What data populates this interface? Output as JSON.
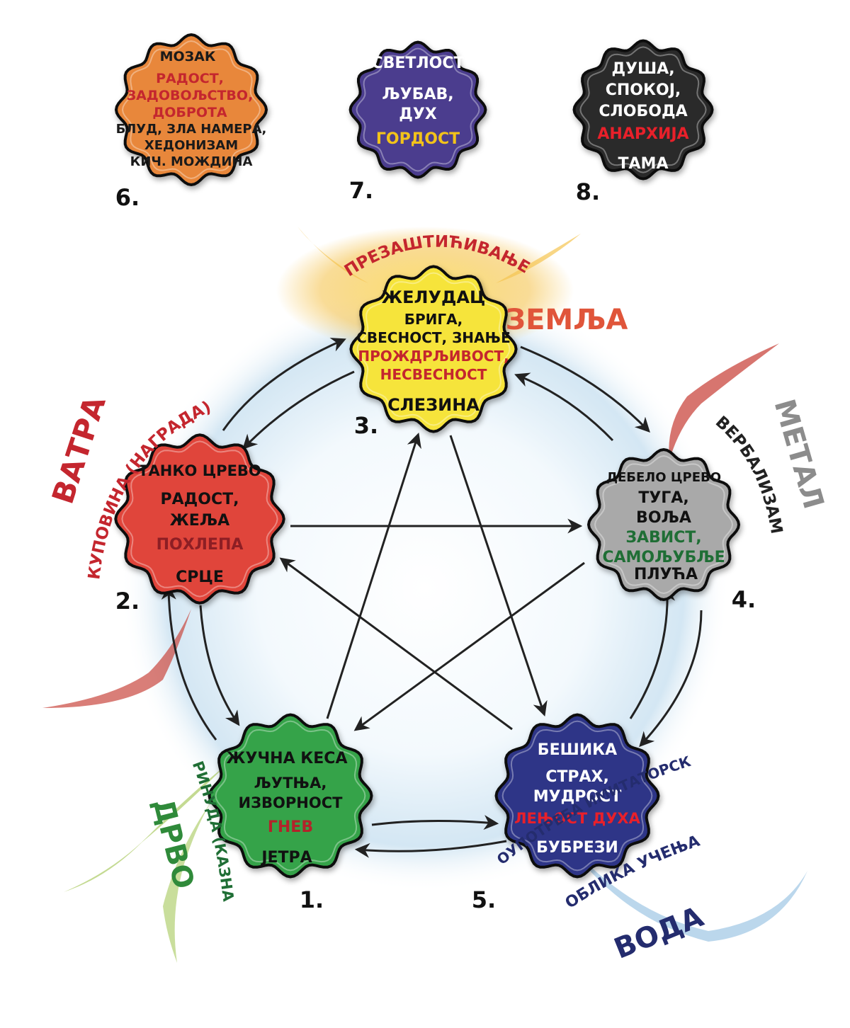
{
  "colors": {
    "orange": "#e8873a",
    "purple": "#4b3c8e",
    "black": "#2b2b2b",
    "yellow": "#f6e43a",
    "red": "#e0453a",
    "gray": "#a9a9a9",
    "green": "#35a34a",
    "navy": "#2e3587",
    "text_red": "#c4262e",
    "text_green": "#1f6e35",
    "text_navy": "#242c6e",
    "text_gold": "#e8a23a",
    "text_gray": "#8c8c8c",
    "glow": "#cfe4f2"
  },
  "badges": {
    "brain": {
      "title": "МОЗАК",
      "lines": [
        "РАДОСТ,",
        "ЗАДОВОЉСТВО,",
        "ДОБРОТА"
      ],
      "lines2": [
        "БЛУД, ЗЛА НАМЕРА,",
        "ХЕДОНИЗАМ",
        "КИЧ. МОЖДИНА"
      ],
      "number": "6."
    },
    "light": {
      "title": "СВЕТЛОСТ",
      "lines": [
        "ЉУБАВ,",
        "ДУХ"
      ],
      "vice": "ГОРДОСТ",
      "number": "7."
    },
    "soul": {
      "lines": [
        "ДУША,",
        "СПОКОЈ,",
        "СЛОБОДА"
      ],
      "vice": "АНАРХИЈА",
      "bottom": "ТАМА",
      "number": "8."
    },
    "stomach": {
      "title": "ЖЕЛУДАЦ",
      "lines": [
        "БРИГА,",
        "СВЕСНОСТ, ЗНАЊЕ"
      ],
      "vices": [
        "ПРОЖДРЉИВОСТ,",
        "НЕСВЕСНОСТ"
      ],
      "bottom": "СЛЕЗИНА",
      "number": "3."
    },
    "small_intestine": {
      "title": "ТАНКО ЦРЕВО",
      "lines": [
        "РАДОСТ,",
        "ЖЕЉА"
      ],
      "vice": "ПОХЛЕПА",
      "bottom": "СРЦЕ",
      "number": "2."
    },
    "large_intestine": {
      "title": "ДЕБЕЛО ЦРЕВО",
      "lines": [
        "ТУГА,",
        "ВОЉА"
      ],
      "vices": [
        "ЗАВИСТ,",
        "САМОЉУБЉЕ"
      ],
      "bottom": "ПЛУЋА",
      "number": "4."
    },
    "gallbladder": {
      "title": "ЖУЧНА КЕСА",
      "lines": [
        "ЉУТЊА,",
        "ИЗВОРНОСТ"
      ],
      "vice": "ГНЕВ",
      "bottom": "ЈЕТРА",
      "number": "1."
    },
    "bladder": {
      "title": "БЕШИКА",
      "lines": [
        "СТРАХ,",
        "МУДРОСТ"
      ],
      "vice": "ЛЕЊОСТ ДУХА",
      "bottom": "БУБРЕЗИ",
      "number": "5."
    }
  },
  "elements": {
    "earth": {
      "name": "ЗЕМЉА",
      "desc": "ПРЕЗАШТИЋИВАЊЕ"
    },
    "fire": {
      "name": "ВАТРА",
      "desc": "КУПОВИНА (НАГРАДА)"
    },
    "metal": {
      "name": "МЕТАЛ",
      "desc": "ВЕРБАЛИЗАМ"
    },
    "wood": {
      "name": "ДРВО",
      "desc": "ПРИНУДА (КАЗНА)"
    },
    "water": {
      "name": "ВОДА",
      "desc1": "ЗЛОУПОТРЕБА ИМИТАТОРСКОГ",
      "desc2": "ОБЛИКА УЧЕЊА"
    }
  }
}
